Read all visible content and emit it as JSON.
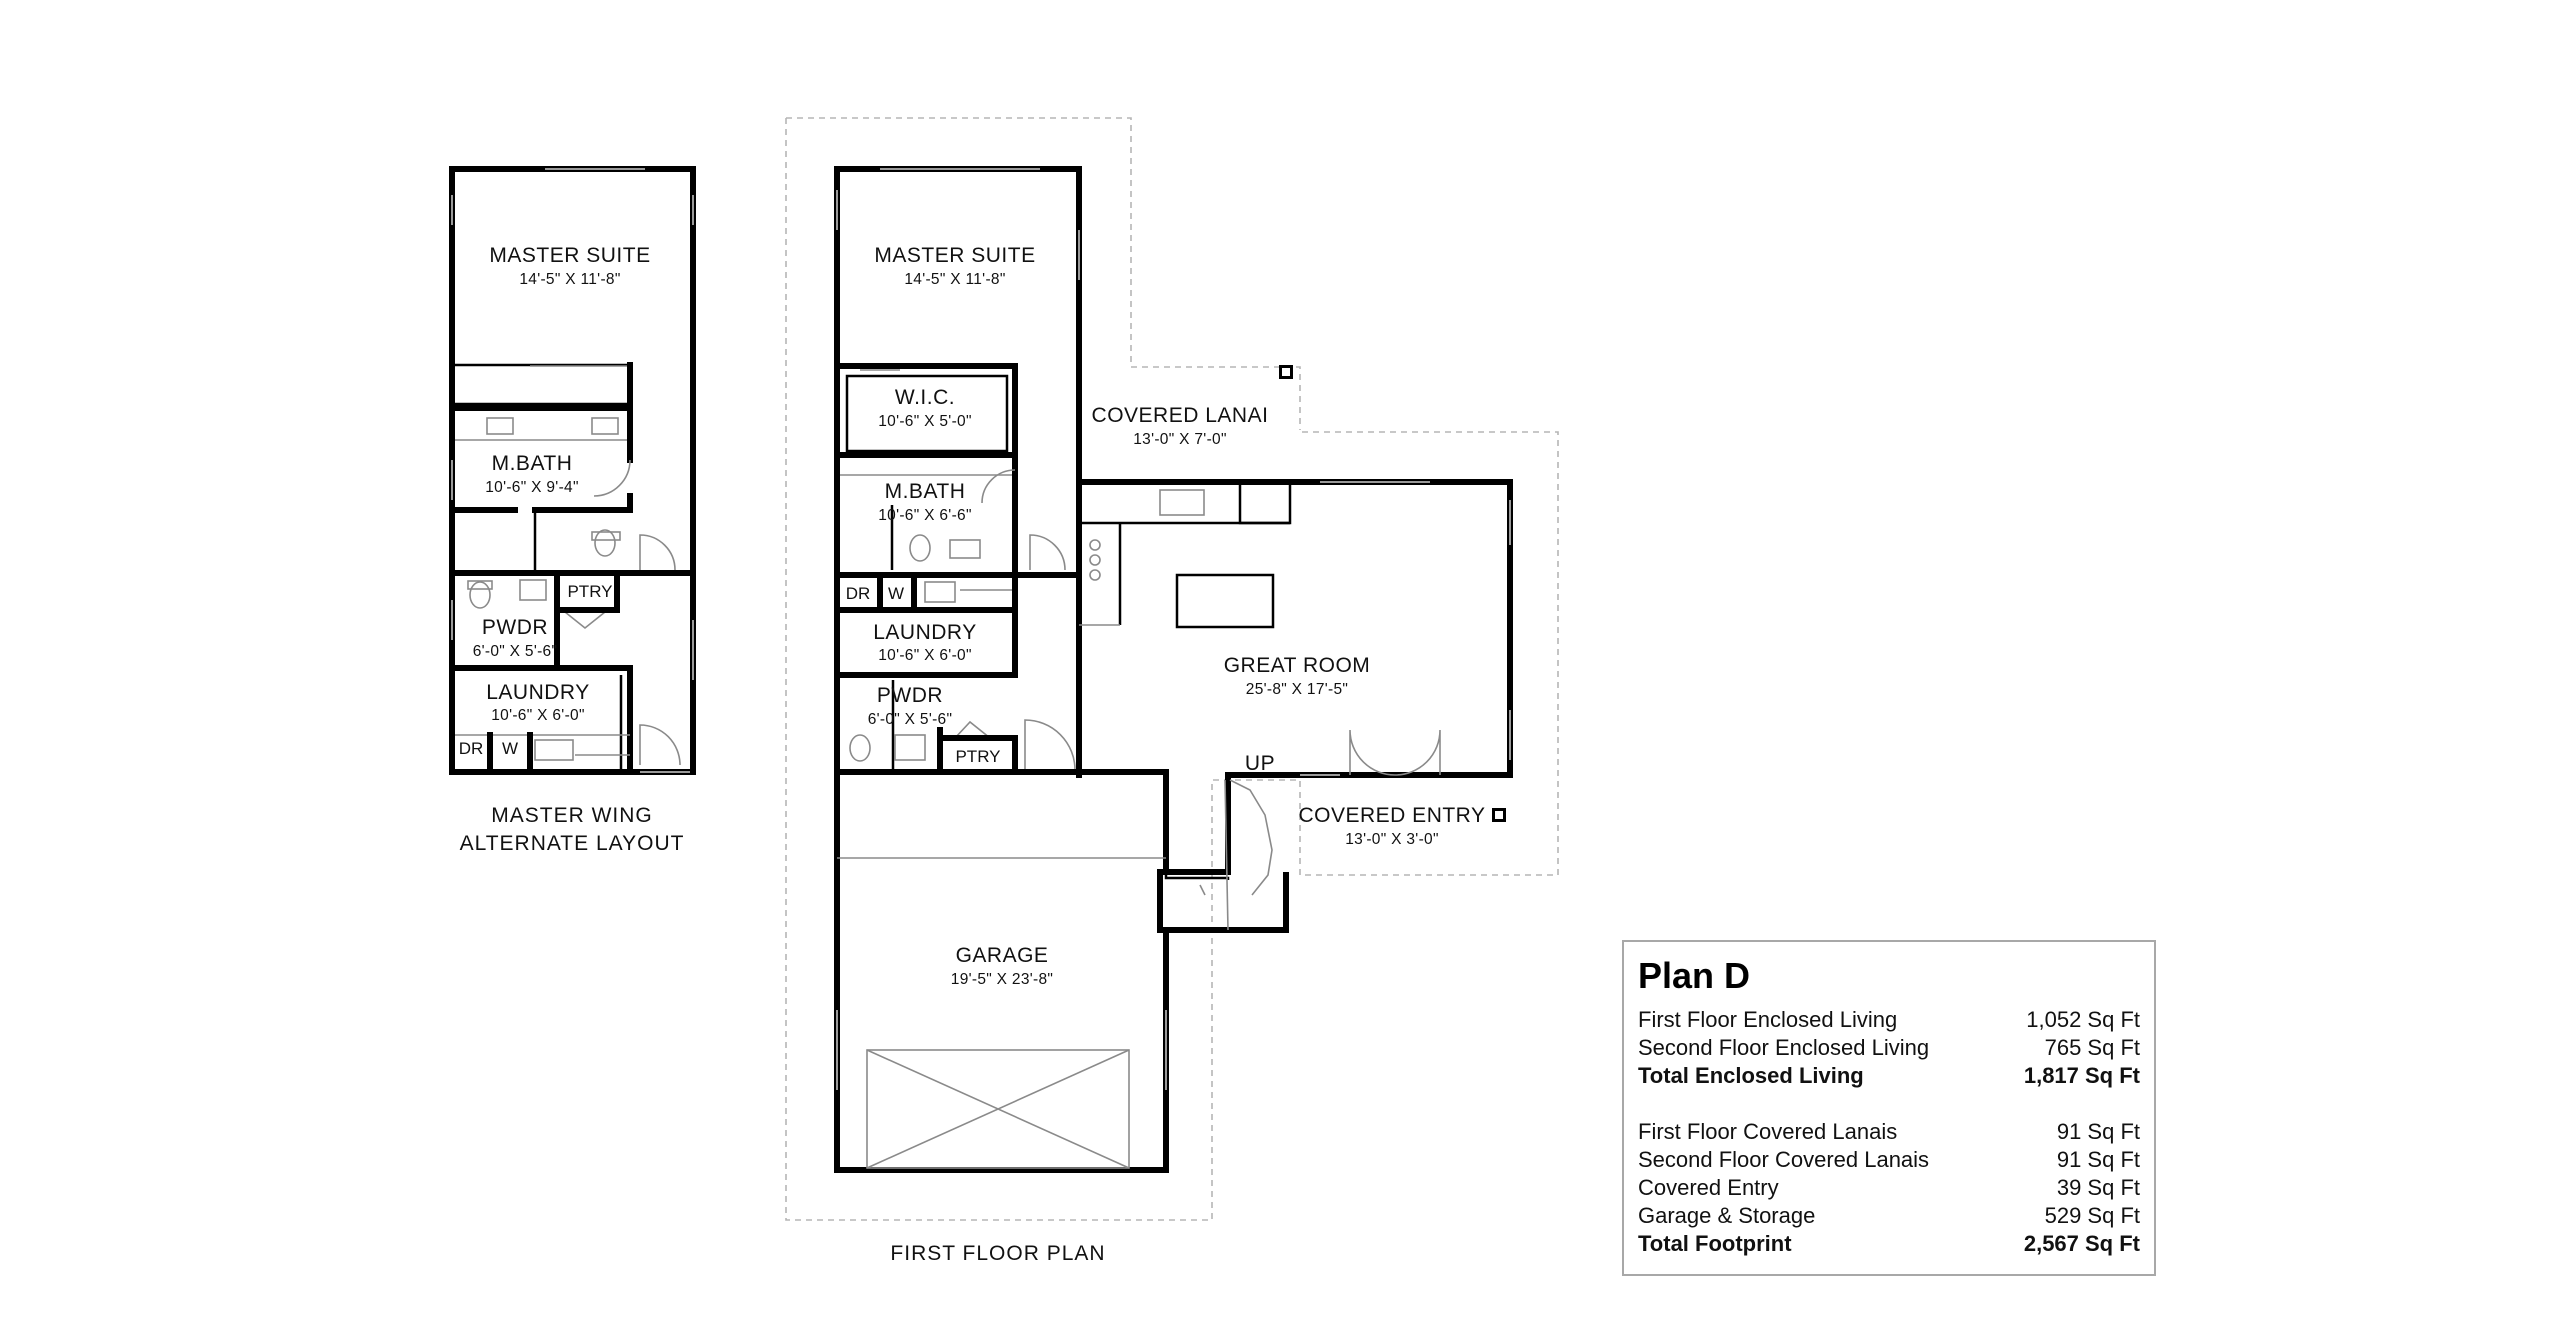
{
  "alternate_layout": {
    "rooms": {
      "master_suite": {
        "name": "MASTER SUITE",
        "dims": "14'-5\" X 11'-8\""
      },
      "m_bath": {
        "name": "M.BATH",
        "dims": "10'-6\" X 9'-4\""
      },
      "ptry": {
        "name": "PTRY"
      },
      "pwdr": {
        "name": "PWDR",
        "dims": "6'-0\" X 5'-6\""
      },
      "laundry": {
        "name": "LAUNDRY",
        "dims": "10'-6\" X 6'-0\""
      },
      "dr": {
        "name": "DR"
      },
      "w": {
        "name": "W"
      }
    },
    "caption_line1": "MASTER WING",
    "caption_line2": "ALTERNATE LAYOUT"
  },
  "first_floor": {
    "rooms": {
      "master_suite": {
        "name": "MASTER SUITE",
        "dims": "14'-5\" X 11'-8\""
      },
      "wic": {
        "name": "W.I.C.",
        "dims": "10'-6\" X 5'-0\""
      },
      "m_bath": {
        "name": "M.BATH",
        "dims": "10'-6\" X 6'-6\""
      },
      "dr": {
        "name": "DR"
      },
      "w": {
        "name": "W"
      },
      "laundry": {
        "name": "LAUNDRY",
        "dims": "10'-6\" X 6'-0\""
      },
      "pwdr": {
        "name": "PWDR",
        "dims": "6'-0\" X 5'-6\""
      },
      "ptry": {
        "name": "PTRY"
      },
      "covered_lanai": {
        "name": "COVERED LANAI",
        "dims": "13'-0\" X 7'-0\""
      },
      "great_room": {
        "name": "GREAT ROOM",
        "dims": "25'-8\" X 17'-5\""
      },
      "up": {
        "name": "UP"
      },
      "covered_entry": {
        "name": "COVERED ENTRY",
        "dims": "13'-0\" X 3'-0\""
      },
      "garage": {
        "name": "GARAGE",
        "dims": "19'-5\" X 23'-8\""
      }
    },
    "caption": "FIRST FLOOR PLAN"
  },
  "summary": {
    "title": "Plan D",
    "group1": [
      {
        "label": "First Floor Enclosed Living",
        "value": "1,052 Sq Ft"
      },
      {
        "label": "Second Floor Enclosed Living",
        "value": "765 Sq Ft"
      },
      {
        "label": "Total Enclosed Living",
        "value": "1,817 Sq Ft"
      }
    ],
    "group2": [
      {
        "label": "First Floor Covered Lanais",
        "value": "91 Sq Ft"
      },
      {
        "label": "Second Floor Covered Lanais",
        "value": "91 Sq Ft"
      },
      {
        "label": "Covered Entry",
        "value": "39 Sq Ft"
      },
      {
        "label": "Garage & Storage",
        "value": "529 Sq Ft"
      },
      {
        "label": "Total Footprint",
        "value": "2,567 Sq Ft"
      }
    ]
  }
}
